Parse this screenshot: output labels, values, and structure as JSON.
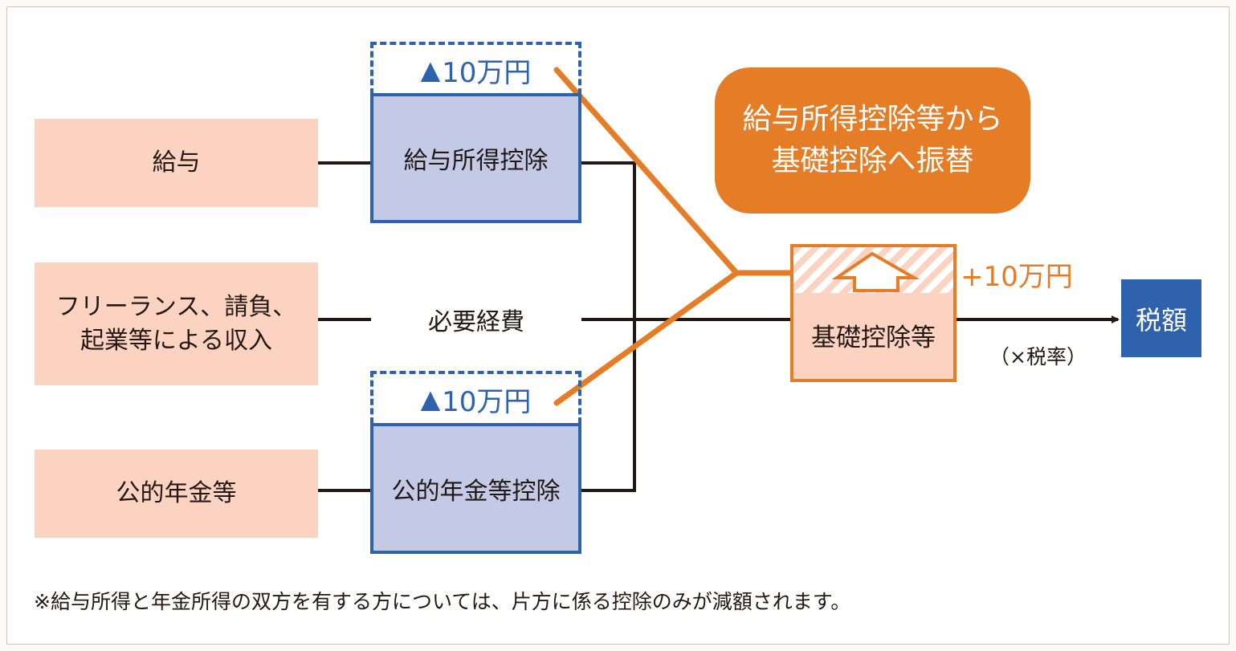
{
  "sources": {
    "salary": "給与",
    "freelance_line1": "フリーランス、請負、",
    "freelance_line2": "起業等による収入",
    "pension": "公的年金等"
  },
  "deductions": {
    "salary_deduction": "給与所得控除",
    "necessary_expenses": "必要経費",
    "pension_deduction": "公的年金等控除",
    "reduction_symbol": "▲",
    "reduction_amount": "10万円"
  },
  "callout": {
    "line1": "給与所得控除等から",
    "line2": "基礎控除へ振替"
  },
  "basic_deduction": {
    "label": "基礎控除等",
    "increase": "+10万円"
  },
  "tax": {
    "label": "税額",
    "rate_note": "（×税率）"
  },
  "footnote": "※給与所得と年金所得の双方を有する方については、片方に係る控除のみが減額されます。",
  "colors": {
    "blue": "#2f62ad",
    "orange": "#e57c26",
    "peach": "#fbd3c0",
    "lavender": "#c3cae6"
  }
}
